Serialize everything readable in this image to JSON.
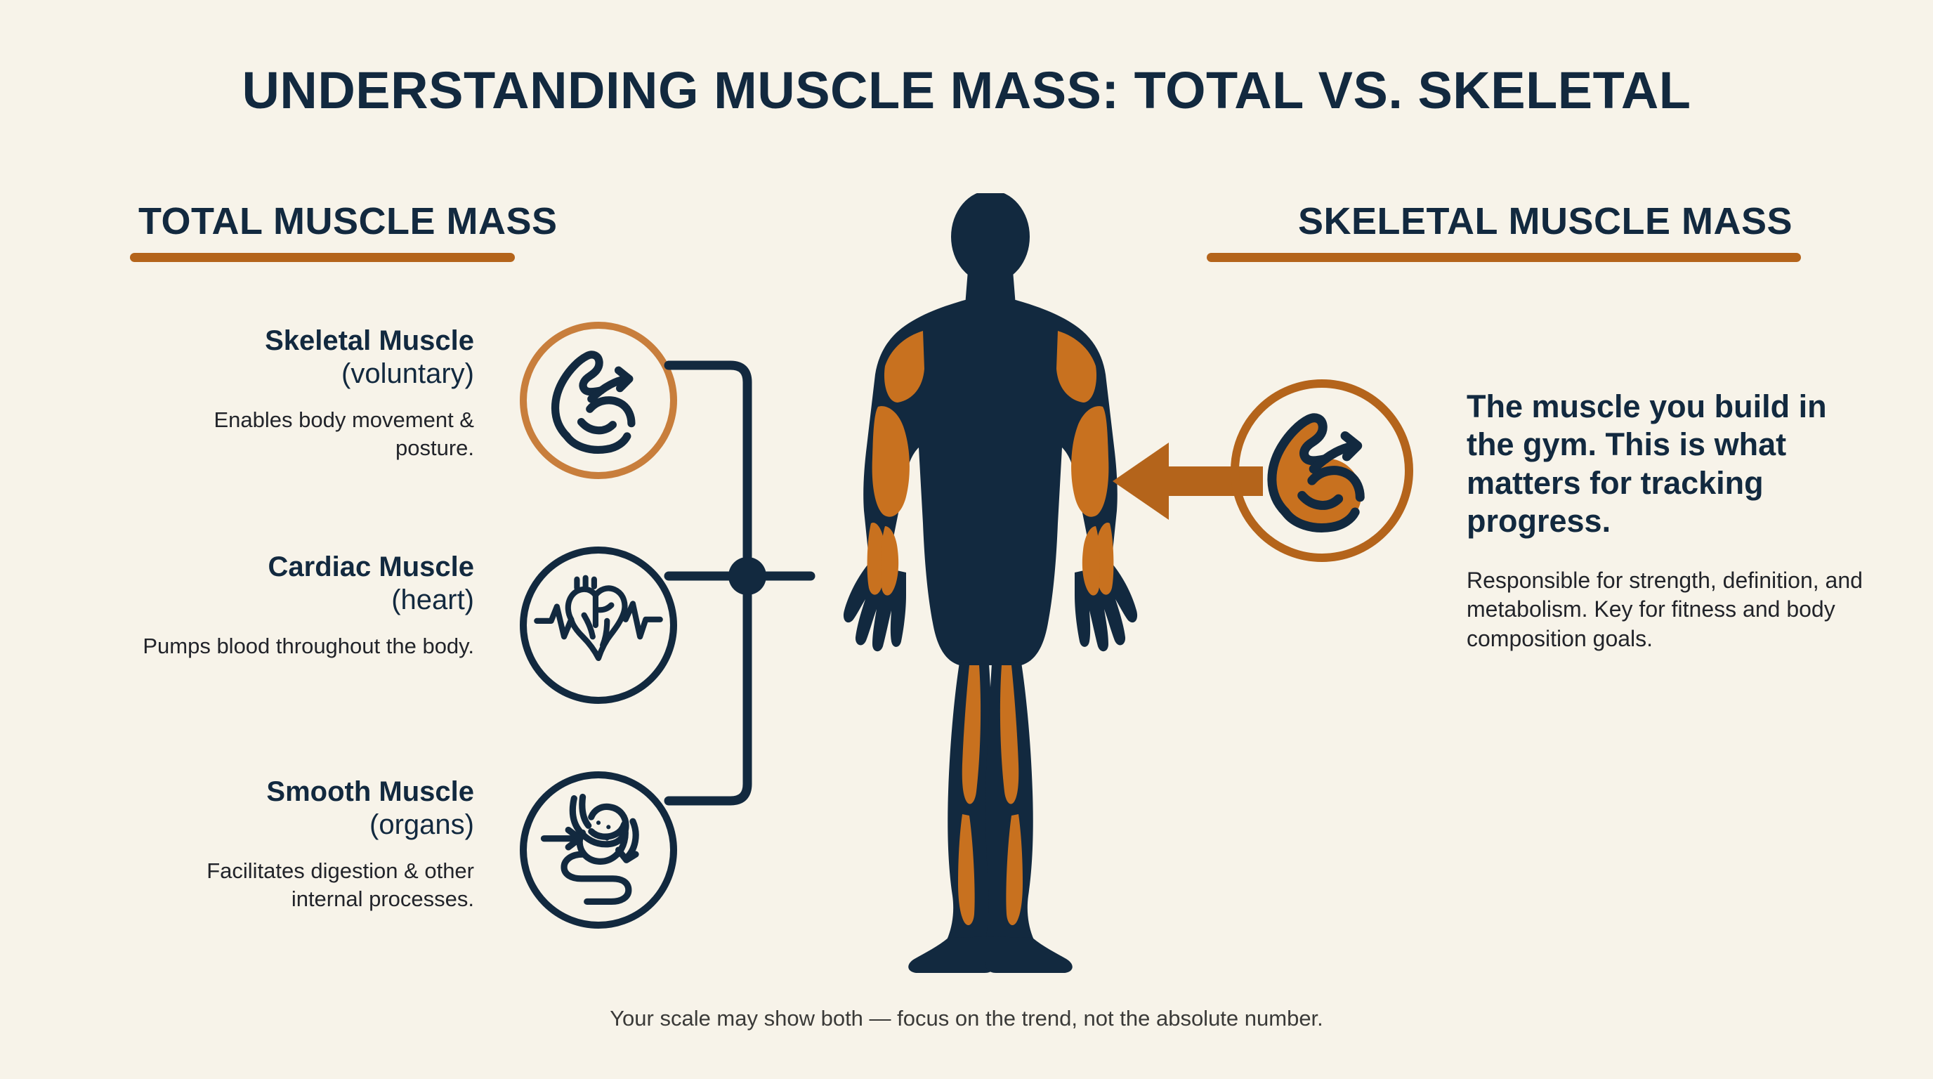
{
  "title": "UNDERSTANDING MUSCLE MASS: TOTAL VS. SKELETAL",
  "colors": {
    "background": "#F7F3E9",
    "navy": "#12293F",
    "orange": "#B4641B",
    "orange_light": "#C87E3C",
    "body_text": "#22242A"
  },
  "left_column": {
    "heading": "TOTAL MUSCLE MASS",
    "items": [
      {
        "title": "Skeletal Muscle",
        "subtitle": "(voluntary)",
        "description": "Enables body movement & posture.",
        "icon": "flexed-bicep-icon"
      },
      {
        "title": "Cardiac Muscle",
        "subtitle": "(heart)",
        "description": "Pumps blood throughout the body.",
        "icon": "heart-ekg-icon"
      },
      {
        "title": "Smooth Muscle",
        "subtitle": "(organs)",
        "description": "Facilitates digestion & other internal processes.",
        "icon": "stomach-digestion-icon"
      }
    ]
  },
  "right_column": {
    "heading": "SKELETAL MUSCLE MASS",
    "lead": "The muscle you build in the gym. This is what matters for tracking progress.",
    "body": "Responsible for strength, definition, and metabolism. Key for fitness and body composition goals.",
    "icon": "flexed-bicep-icon",
    "arrow": "left-arrow-icon"
  },
  "center": {
    "figure": "human-body-silhouette",
    "highlight_label": "skeletal-muscle-highlights"
  },
  "footer": "Your scale may show both — focus on the trend, not the absolute number."
}
